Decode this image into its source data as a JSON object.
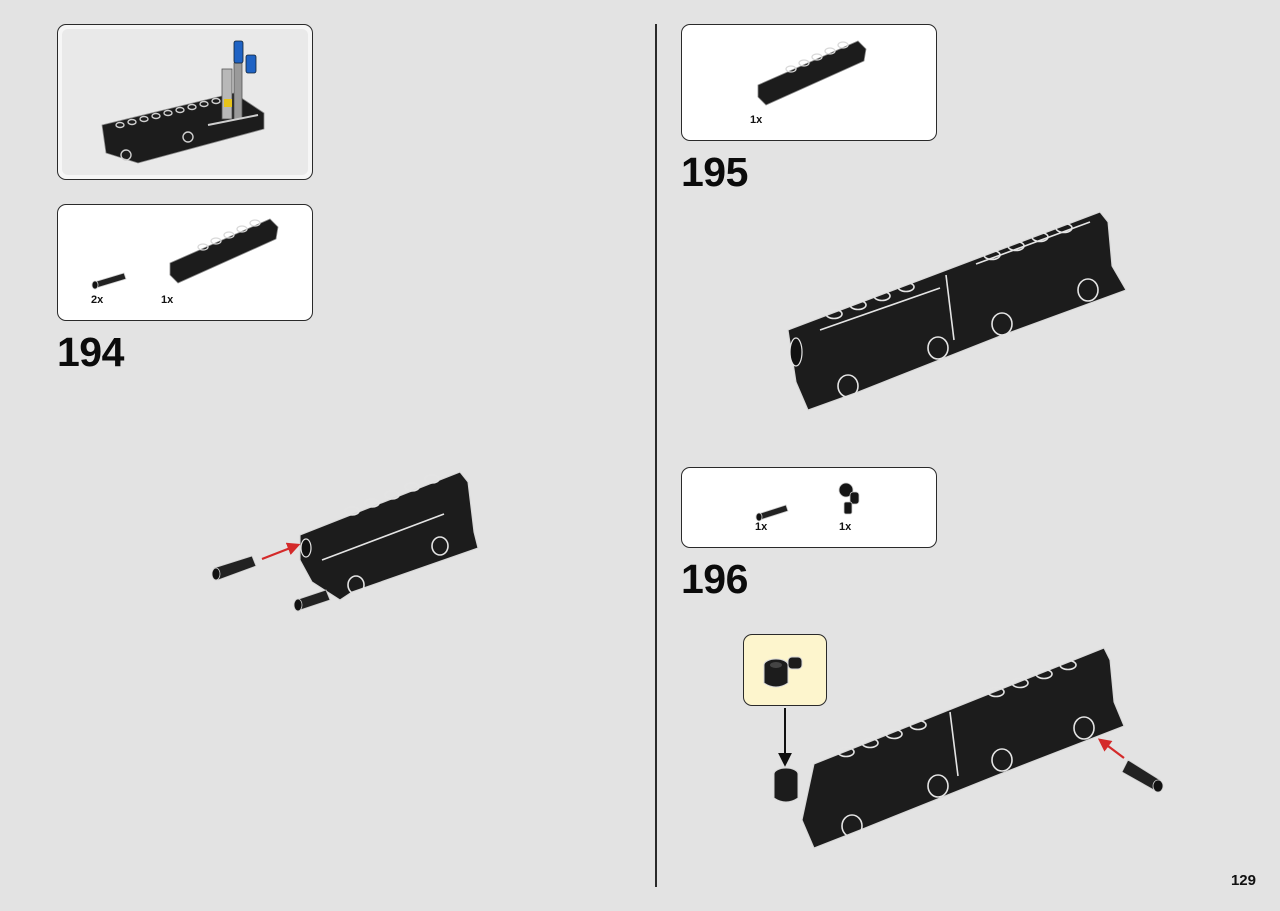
{
  "colors": {
    "background": "#e3e3e3",
    "brick": "#1c1c1c",
    "outline": "#f2f2f2",
    "arrow_red": "#d42a2a",
    "callout_fill": "#fdf5cd",
    "accent_blue": "#1f63c4",
    "accent_yellow": "#e7c41b"
  },
  "submodel_panel": {
    "icons": [
      "technic-assembly-icon"
    ]
  },
  "steps": [
    {
      "number": "194",
      "parts": [
        {
          "qty": "2x",
          "icon": "connector-pin-icon"
        },
        {
          "qty": "1x",
          "icon": "panel-beam-icon"
        }
      ]
    },
    {
      "number": "195",
      "parts": [
        {
          "qty": "1x",
          "icon": "panel-beam-icon"
        }
      ]
    },
    {
      "number": "196",
      "parts": [
        {
          "qty": "1x",
          "icon": "connector-pin-icon"
        },
        {
          "qty": "1x",
          "icon": "bushing-connector-icon"
        }
      ],
      "callout_icon": "bushing-connector-icon"
    }
  ],
  "page_number": "129"
}
